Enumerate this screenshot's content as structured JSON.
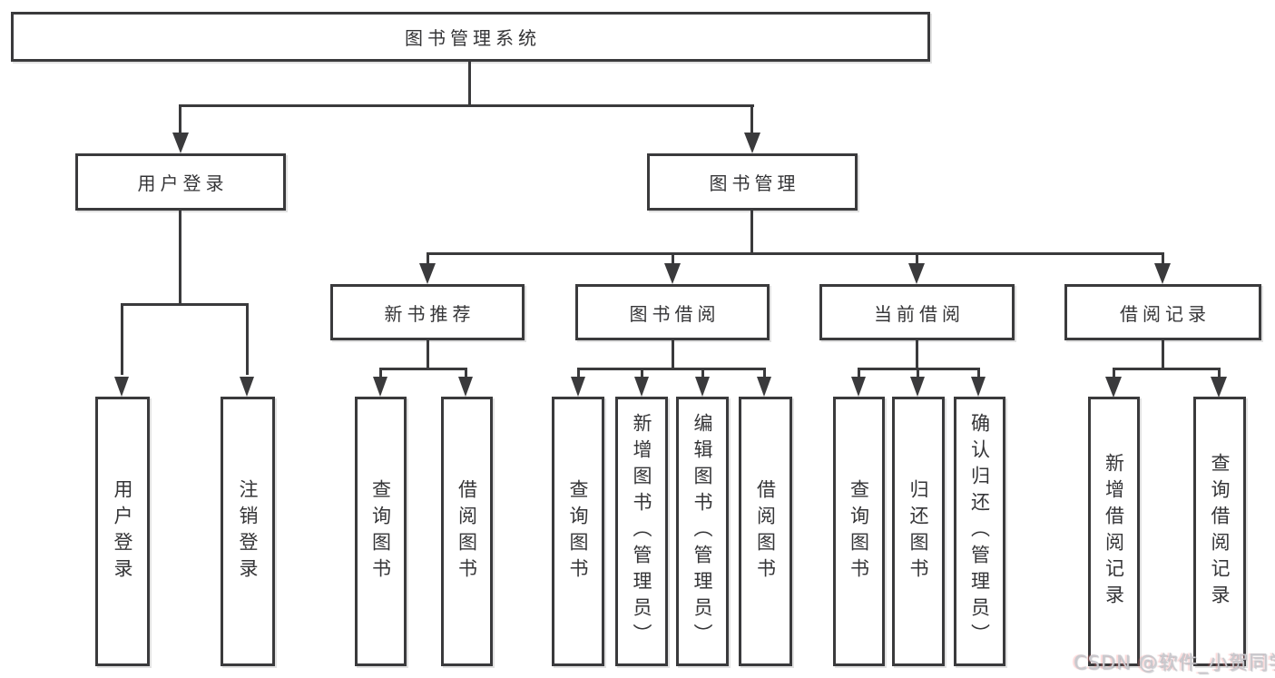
{
  "diagram": {
    "title": "图书管理系统",
    "type": "hierarchy-tree",
    "colors": {
      "background": "#ffffff",
      "line": "#3a3a3c",
      "box_border": "#3a3a3c",
      "text": "#353537",
      "watermark": "#c9c9ce"
    },
    "tree": {
      "root": {
        "label": "图书管理系统",
        "children": [
          {
            "label": "用户登录",
            "children": [
              {
                "label": "用户登录"
              },
              {
                "label": "注销登录"
              }
            ]
          },
          {
            "label": "图书管理",
            "children": [
              {
                "label": "新书推荐",
                "children": [
                  {
                    "label": "查询图书"
                  },
                  {
                    "label": "借阅图书"
                  }
                ]
              },
              {
                "label": "图书借阅",
                "children": [
                  {
                    "label": "查询图书"
                  },
                  {
                    "label": "新增图书（管理员）"
                  },
                  {
                    "label": "编辑图书（管理员）"
                  },
                  {
                    "label": "借阅图书"
                  }
                ]
              },
              {
                "label": "当前借阅",
                "children": [
                  {
                    "label": "查询图书"
                  },
                  {
                    "label": "归还图书"
                  },
                  {
                    "label": "确认归还（管理员）"
                  }
                ]
              },
              {
                "label": "借阅记录",
                "children": [
                  {
                    "label": "新增借阅记录"
                  },
                  {
                    "label": "查询借阅记录"
                  }
                ]
              }
            ]
          }
        ]
      }
    },
    "watermark": {
      "text": "CSDN @软件_小贺同学"
    }
  }
}
